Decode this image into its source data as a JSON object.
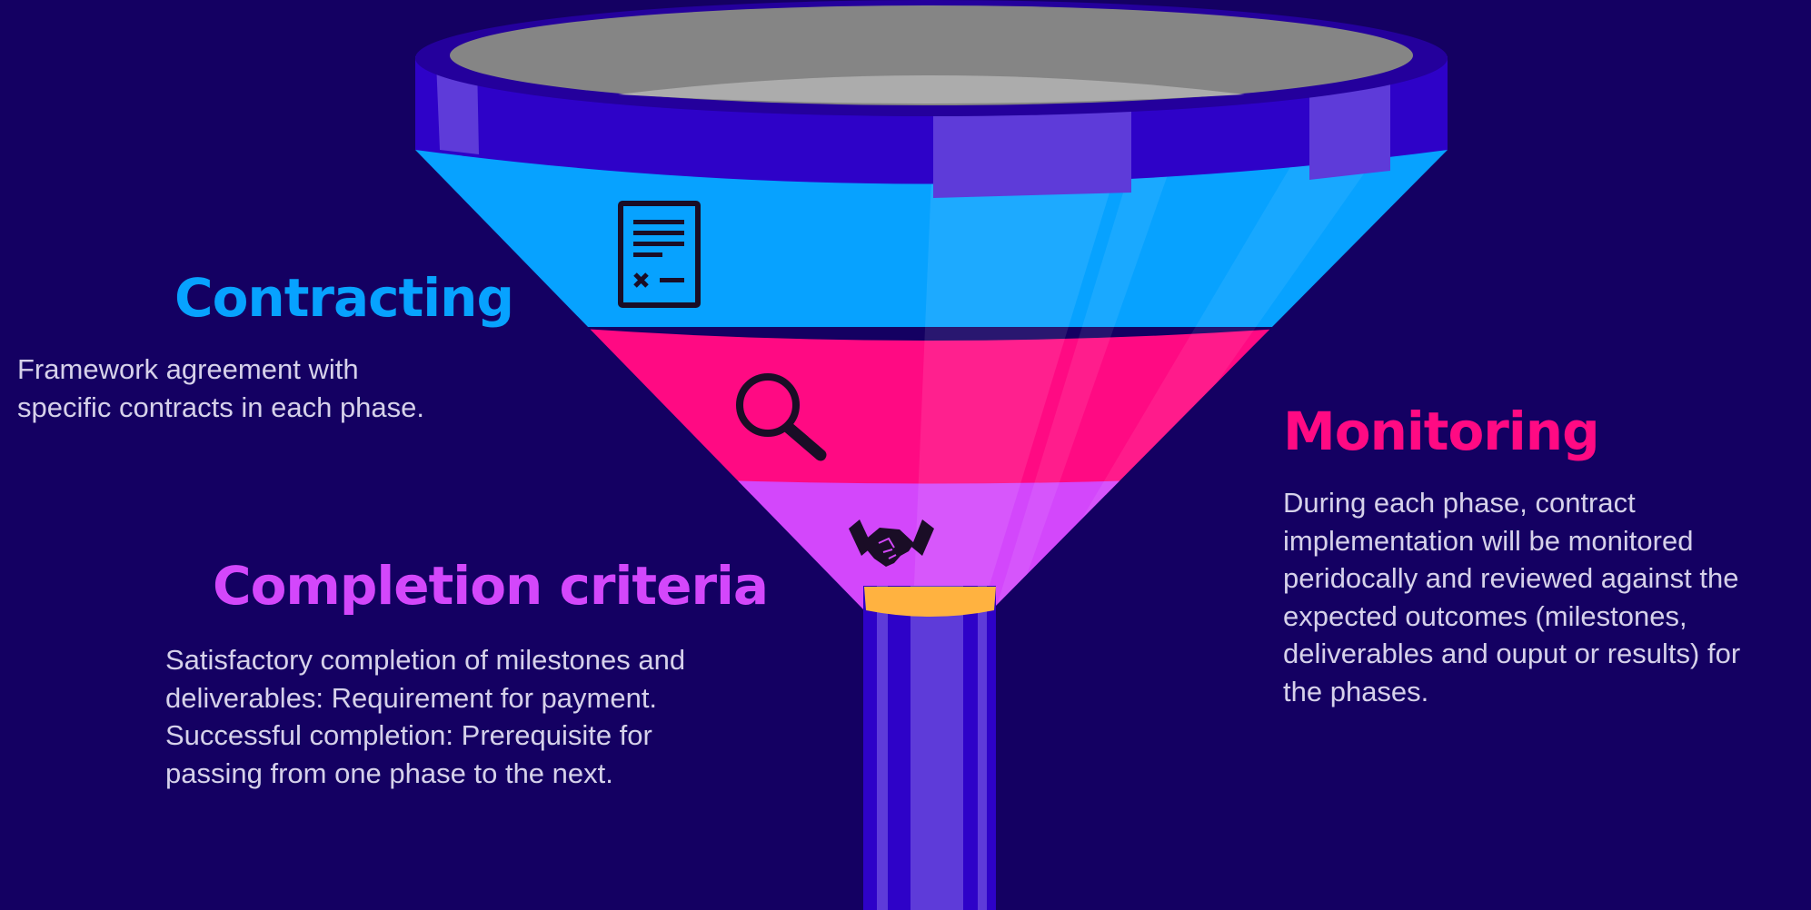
{
  "colors": {
    "background": "#140062",
    "contracting": "#07a2ff",
    "monitoring": "#ff0a83",
    "completion": "#d347fb",
    "rim": "#2e02c8",
    "rim_highlight": "#5e3bd9",
    "opening": "#858585",
    "inner_band": "#acacac",
    "outlet": "#ffb240",
    "body_text": "#d6d1ea",
    "icon": "#1a0d26"
  },
  "sections": {
    "contracting": {
      "title": "Contracting",
      "lines": [
        "Framework agreement with",
        "specific contracts in each phase."
      ],
      "icon": "contract-document-icon"
    },
    "monitoring": {
      "title": "Monitoring",
      "lines": [
        "During each phase, contract",
        "implementation will be monitored",
        "peridocally and reviewed against the",
        "expected outcomes (milestones,",
        "deliverables and ouput or results) for",
        "the phases."
      ],
      "icon": "magnifier-icon"
    },
    "completion": {
      "title": "Completion criteria",
      "lines": [
        "Satisfactory completion of milestones and",
        "deliverables: Requirement for payment.",
        "Successful completion: Prerequisite for",
        "passing from one phase to the next."
      ],
      "icon": "handshake-icon"
    }
  }
}
